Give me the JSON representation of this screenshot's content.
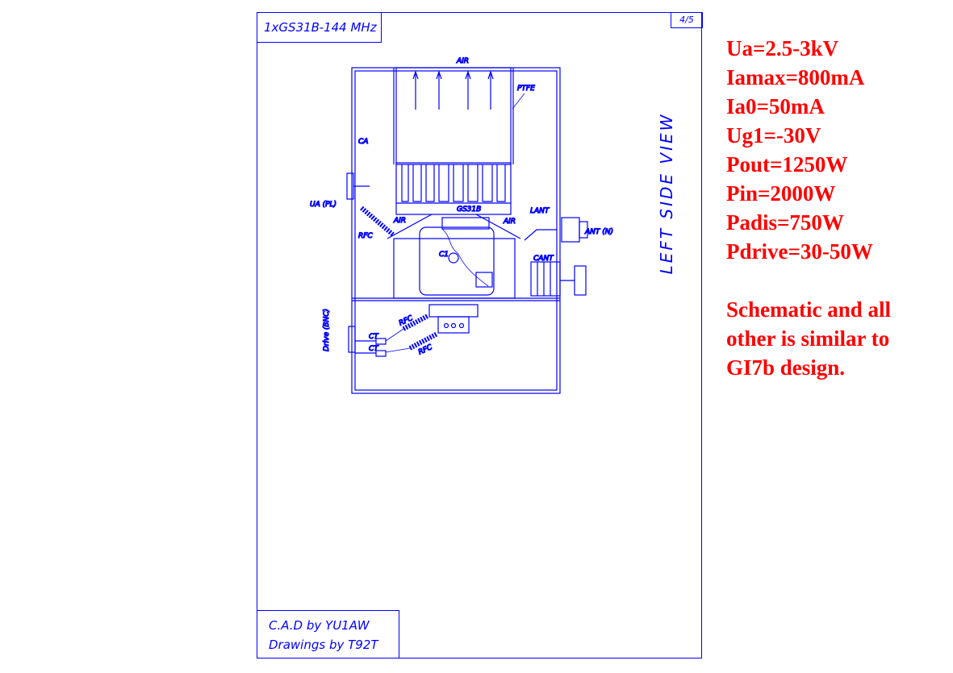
{
  "drawing": {
    "title": "1xGS31B-144 MHz",
    "page": "4/5",
    "view_label": "LEFT SIDE VIEW",
    "credits": [
      "C.A.D by YU1AW",
      "Drawings by T92T"
    ],
    "labels": {
      "air_top": "AIR",
      "ptfe": "PTFE",
      "ca": "CA",
      "ua": "UA (PL)",
      "rfc_top": "RFC",
      "air_left": "AIR",
      "air_right": "AIR",
      "tube": "GS31B",
      "lant": "LANT",
      "ant": "ANT (N)",
      "c1": "C1",
      "cant": "CANT",
      "drive": "Drive (BNC)",
      "rfc_mid": "RFC",
      "rfc_low": "RFC",
      "ct1": "CT",
      "ct2": "CT"
    },
    "line_color": "#0000ff"
  },
  "specs": {
    "color": "#ff0000",
    "lines": [
      "Ua=2.5-3kV",
      "Iamax=800mA",
      "Ia0=50mA",
      "Ug1=-30V",
      "Pout=1250W",
      "Pin=2000W",
      "Padis=750W",
      "Pdrive=30-50W"
    ],
    "note": [
      "Schematic and all",
      "other is similar to",
      "GI7b design."
    ]
  }
}
